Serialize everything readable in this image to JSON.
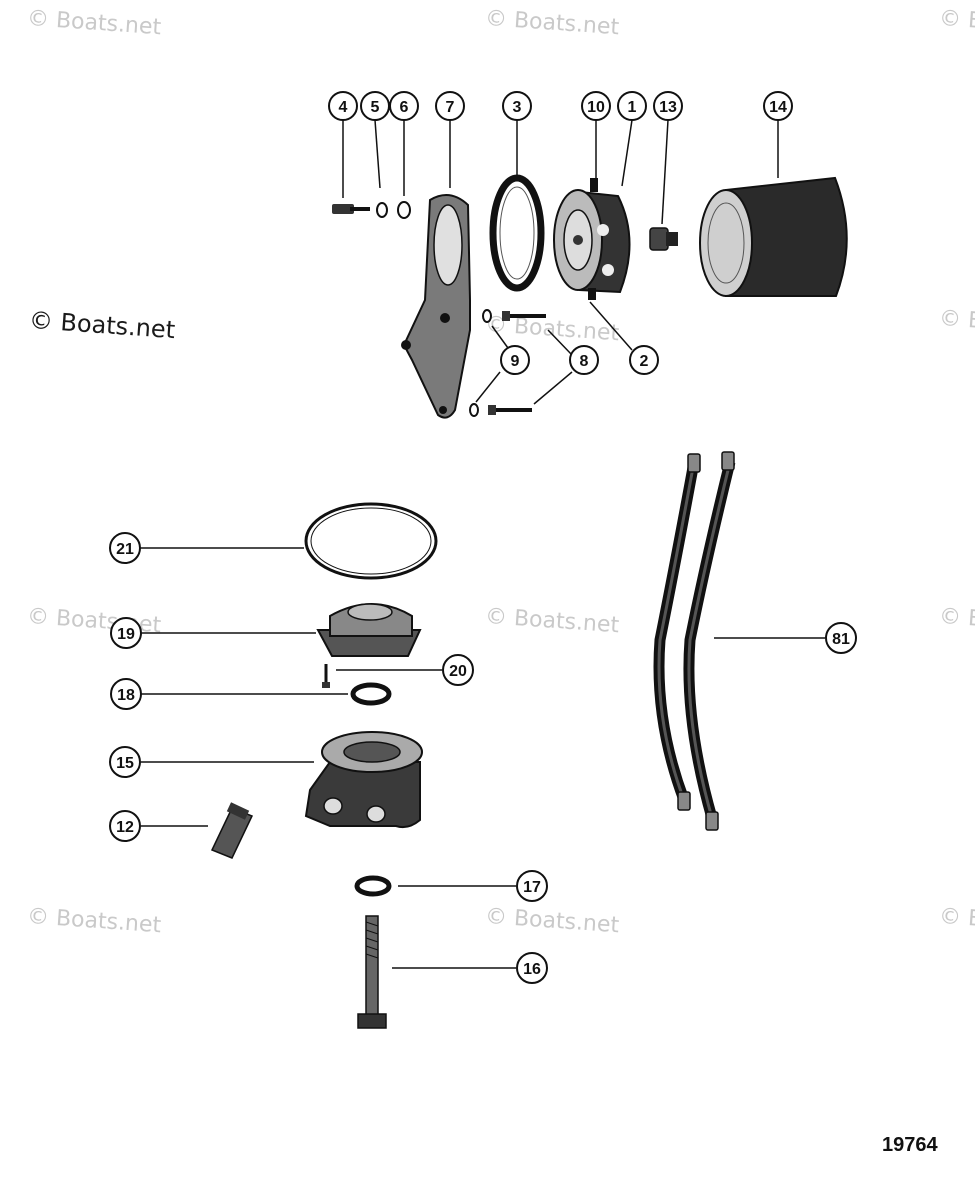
{
  "watermark": "© Boats.net",
  "figure_number": "19764",
  "callouts": [
    "4",
    "5",
    "6",
    "7",
    "3",
    "10",
    "1",
    "13",
    "14",
    "9",
    "8",
    "2",
    "21",
    "19",
    "20",
    "18",
    "15",
    "12",
    "17",
    "16",
    "81",
    "9",
    "8"
  ],
  "colors": {
    "line": "#111111",
    "part_fill": "#3a3a3a",
    "watermark": "#c9c9c9"
  }
}
